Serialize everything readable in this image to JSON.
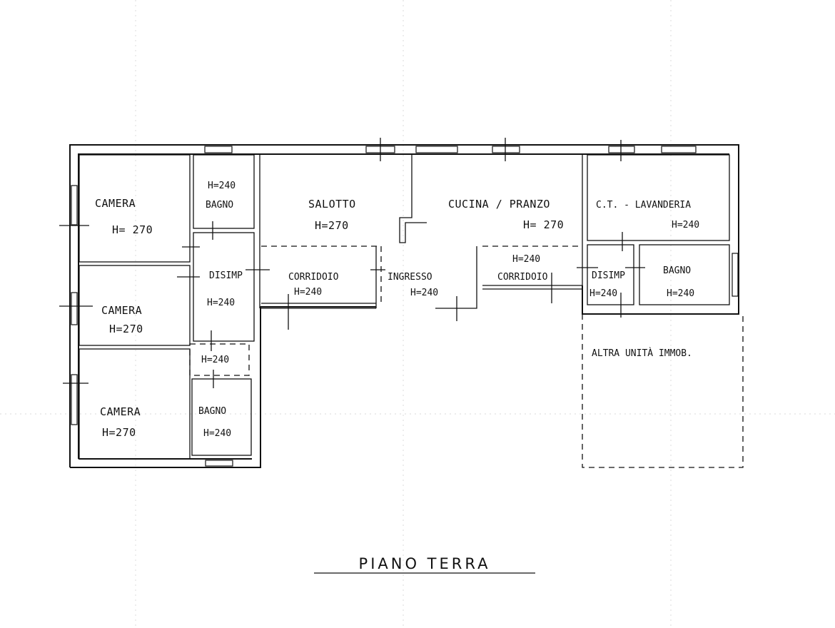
{
  "plan": {
    "title": "PIANO TERRA",
    "rooms": [
      {
        "name": "CAMERA",
        "height": "H= 270"
      },
      {
        "name": "CAMERA",
        "height": "H=270"
      },
      {
        "name": "CAMERA",
        "height": "H=270"
      },
      {
        "name": "BAGNO",
        "height": "H=240"
      },
      {
        "name": "DISIMP",
        "height": "H=240"
      },
      {
        "name": "",
        "height": "H=240"
      },
      {
        "name": "BAGNO",
        "height": "H=240"
      },
      {
        "name": "SALOTTO",
        "height": "H=270"
      },
      {
        "name": "CORRIDOIO",
        "height": "H=240"
      },
      {
        "name": "INGRESSO",
        "height": "H=240"
      },
      {
        "name": "CUCINA / PRANZO",
        "height": "H= 270"
      },
      {
        "name": "CORRIDOIO",
        "height": "H=240"
      },
      {
        "name": "C.T. - LAVANDERIA",
        "height": "H=240"
      },
      {
        "name": "DISIMP",
        "height": "H=240"
      },
      {
        "name": "BAGNO",
        "height": "H=240"
      }
    ],
    "other_unit": "ALTRA UNITÀ IMMOB."
  }
}
